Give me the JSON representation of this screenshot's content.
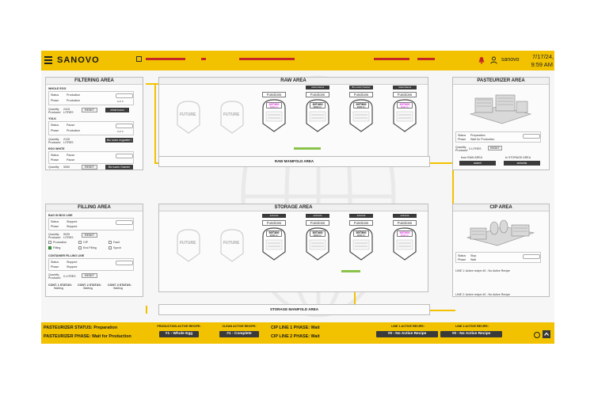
{
  "header": {
    "logo": "SANOVO",
    "user": "sanovo",
    "date": "7/17/24,",
    "time": "9:59 AM",
    "colors": {
      "accent": "#f2c200",
      "alarm": "#c62828"
    }
  },
  "filtering": {
    "title": "FILTERING AREA",
    "whole_egg": {
      "label": "WHOLE EGG",
      "status_label": "Status",
      "status": "Production",
      "phase_label": "Phase",
      "phase": "Production",
      "quantity_label": "Quantity",
      "quantity": "2415",
      "produced_label": "Produced",
      "unit": "LITRES",
      "reset": "RESET",
      "dest": "mixta fuoco"
    },
    "yolk": {
      "label": "YOLK",
      "status_label": "Status",
      "status": "Pause",
      "phase_label": "Phase",
      "phase": "Production",
      "quantity_label": "Quantity",
      "quantity": "2126",
      "produced_label": "Produced",
      "unit": "LITRES",
      "dest": "Bio tuorlo engadele f"
    },
    "egg_white": {
      "label": "EGG WHITE",
      "status_label": "Status",
      "status": "Pause",
      "phase_label": "Phase",
      "phase": "Pause",
      "quantity_label": "Quantity",
      "quantity": "5059",
      "produced_label": "Produced",
      "unit": "LITRES",
      "reset": "RESET",
      "dest": "Bio tuorlo Ovanter"
    }
  },
  "raw": {
    "title": "RAW AREA",
    "future": [
      "FUTURE",
      "FUTURE"
    ],
    "functions": "Functions",
    "tanks": [
      {
        "recipe": "",
        "id": "30T300",
        "value": "9000.0 l",
        "pink": true
      },
      {
        "recipe": "mista bianca",
        "id": "30T400",
        "value": "9000.0 l",
        "pink": false
      },
      {
        "recipe": "Bio tuorlo Ovanter",
        "id": "90T500",
        "value": "3000.0 l",
        "pink": false
      },
      {
        "recipe": "mista bianca",
        "id": "30T600",
        "value": "3000.0 l",
        "pink": true
      }
    ],
    "manifold": "RAW MANIFOLD AREA"
  },
  "pasteurizer": {
    "title": "PASTEURIZER AREA",
    "status_label": "Status",
    "status": "Preparation",
    "phase_label": "Phase",
    "phase": "Wait for Production",
    "quantity_label": "Quantity",
    "produced_label": "Produced",
    "quantity": "0 LITRES",
    "reset": "RESET",
    "from_raw": "from RAW AREA",
    "to_storage": "to STORAGE AREA",
    "from_val": "aciaml",
    "to_val": "actiamla"
  },
  "filling": {
    "title": "FILLING AREA",
    "bag": {
      "label": "BAG IN BOX LINE",
      "status_label": "Status",
      "status": "Stopped",
      "phase_label": "Phase",
      "phase": "Stopped",
      "quantity_label": "Quantity",
      "quantity": "5039",
      "produced_label": "Produced",
      "unit": "LITRES",
      "reset": "RESET",
      "checks": [
        {
          "label": "Production",
          "on": false
        },
        {
          "label": "CIP",
          "on": false
        },
        {
          "label": "Fault",
          "on": false
        },
        {
          "label": "Filling",
          "on": true
        },
        {
          "label": "End Filling",
          "on": false
        },
        {
          "label": "Synch",
          "on": false
        }
      ]
    },
    "container": {
      "label": "CONTAINER FILLING LINE",
      "status_label": "Status",
      "status": "Stopped",
      "phase_label": "Phase",
      "phase": "Stopped",
      "quantity_label": "Quantity",
      "quantity": "0 LITRES",
      "produced_label": "Produced",
      "reset": "RESET",
      "cont1_label": "CONT. 1 STATUS:",
      "cont1": "Waiting",
      "cont2_label": "CONT. 2 STATUS:",
      "cont2": "Waiting",
      "cont3_label": "CONT. 3 STATUS:",
      "cont3": "Waiting"
    }
  },
  "storage": {
    "title": "STORAGE AREA",
    "future": [
      "FUTURE",
      "FUTURE"
    ],
    "functions": "Functions",
    "tanks": [
      {
        "recipe": "actiamla",
        "id": "50T300",
        "value": "9000.0 l",
        "pink": false
      },
      {
        "recipe": "actiamla",
        "id": "50T400",
        "value": "9000.0 l",
        "pink": false
      },
      {
        "recipe": "actiamla",
        "id": "50T500",
        "value": "3000.0 l",
        "pink": false
      },
      {
        "recipe": "actiamla",
        "id": "50T600",
        "value": "3000.0 l",
        "pink": true
      }
    ],
    "manifold": "STORAGE MANIFOLD AREA"
  },
  "cip": {
    "title": "CIP AREA",
    "status_label": "Status",
    "status": "Stop",
    "phase_label": "Phase",
    "phase": "Wait",
    "line1": "LINE 1: Active recipe #0 - No Active Recipe",
    "line2": "LINE 2: Active recipe #0 - No Active Recipe"
  },
  "footer": {
    "past_status": "PASTEURIZER STATUS: Preparation",
    "past_phase": "PASTEURIZER PHASE: Wait for Production",
    "prod_title": "PRODUCTION ACTIVE RECIPE:",
    "prod_recipe": "#1 - Whole Egg",
    "clean_title": "CLEAN ACTIVE RECIPE:",
    "clean_recipe": "#1 - Complete",
    "cip1": "CIP LINE 1 PHASE: Wait",
    "cip2": "CIP LINE 2 PHASE: Wait",
    "line1_title": "LINE 1 ACTIVE RECIPE:",
    "line1_recipe": "#0 - No Active Recipe",
    "line2_title": "LINE 2 ACTIVE RECIPE:",
    "line2_recipe": "#0 - No Active Recipe"
  }
}
